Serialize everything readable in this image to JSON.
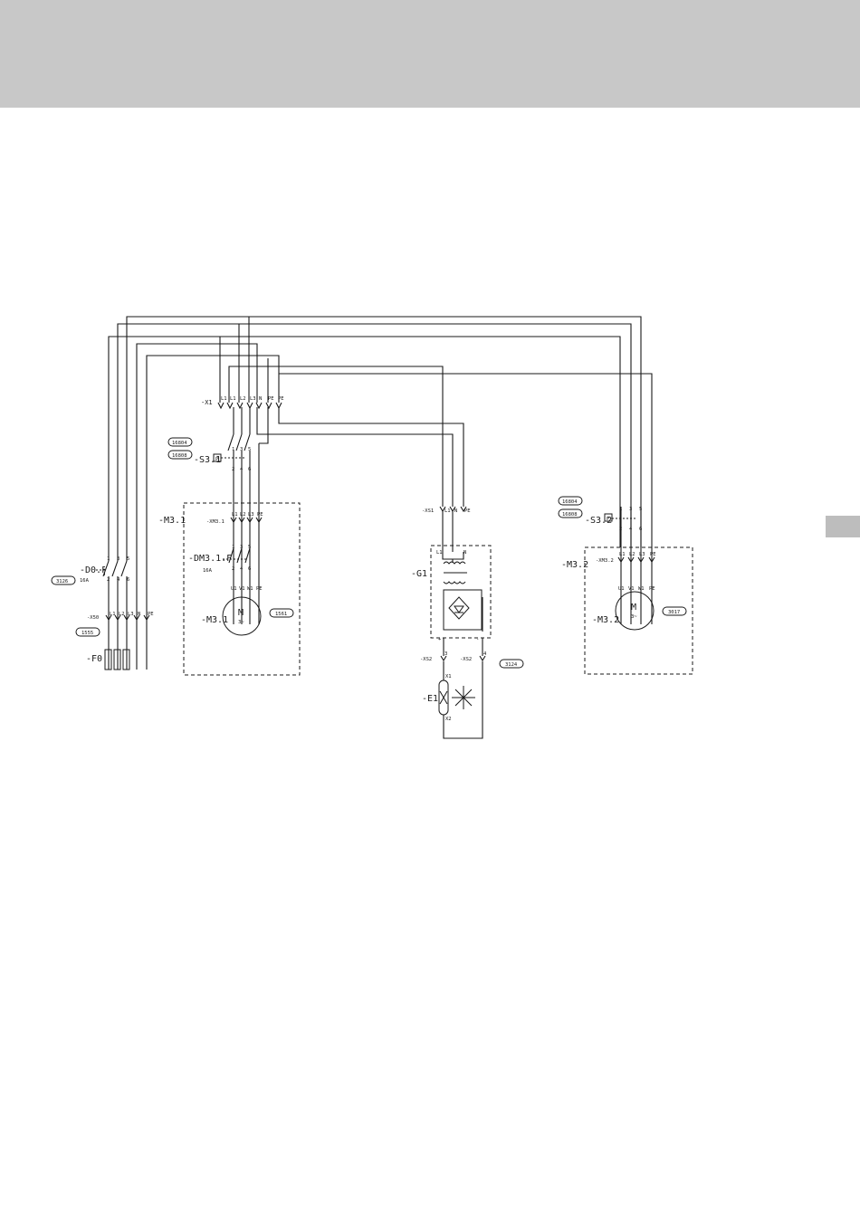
{
  "labels": {
    "x1": "-X1",
    "s31": "-S3.1",
    "s32": "-S3.2",
    "m31_box": "-M3.1",
    "m31_motor": "-M3.1",
    "m32_box": "-M3.2",
    "m32_motor": "-M3.2",
    "xm31": "-XM3.1",
    "xm32": "-XM3.2",
    "dm31f": "-DM3.1.F",
    "dm31f_rating": "16A",
    "d0f": "-D0.F",
    "d0f_rating": "16A",
    "x50": "-X50",
    "f0": "-F0",
    "xs1": "-XS1",
    "g1": "-G1",
    "xs2_left": "-XS2",
    "xs2_right": "-XS2",
    "e1": "-E1",
    "motor_m": "M",
    "motor_phase": "3~",
    "p_symbol": "P"
  },
  "terminals": {
    "x1": [
      "L1",
      "L1",
      "L2",
      "L3",
      "N",
      "PE",
      "PE"
    ],
    "x50": [
      "L1",
      "L2",
      "L3",
      "N",
      "PE"
    ],
    "xm": [
      "L1",
      "L2",
      "L3",
      "PE"
    ],
    "motor": [
      "U1",
      "V1",
      "W1",
      "PE"
    ],
    "xs1": [
      "L1",
      "N",
      "PE"
    ],
    "contact_top": [
      "1",
      "3",
      "5"
    ],
    "contact_bottom": [
      "2",
      "4",
      "6"
    ],
    "g1_top": [
      "L1",
      "N"
    ],
    "xs2": [
      "3",
      "4"
    ],
    "g1_dc": [
      "+",
      "-"
    ],
    "lamp": [
      "X1",
      "X2"
    ]
  },
  "refs": {
    "s31_ref_a": "16804",
    "s31_ref_b": "16808",
    "s32_ref_a": "16804",
    "s32_ref_b": "16808",
    "d0f_ref": "3126",
    "x50_ref": "1555",
    "m31_ref": "1561",
    "m32_ref": "3017",
    "xs2_ref": "3124"
  }
}
